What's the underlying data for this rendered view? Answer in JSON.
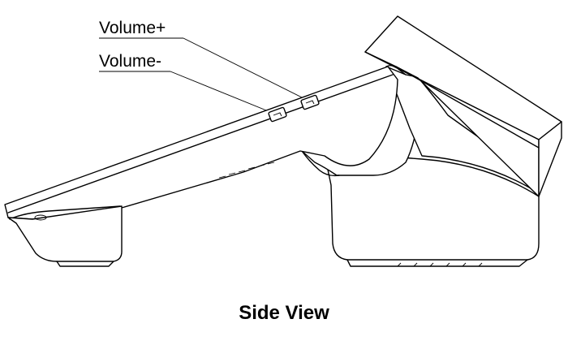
{
  "callouts": {
    "volume_up": "Volume+",
    "volume_down": "Volume-"
  },
  "caption": "Side View"
}
